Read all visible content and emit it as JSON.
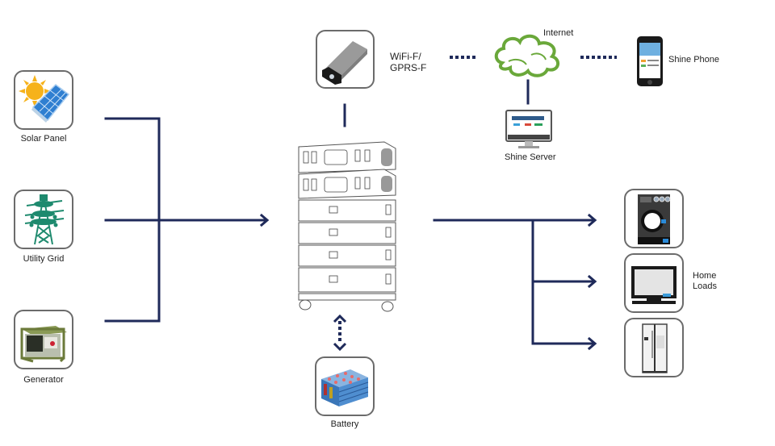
{
  "diagram": {
    "title": "Energy storage system connection diagram",
    "colors": {
      "line": "#1f2a5a",
      "cloud": "#6aa83a",
      "grid_tower": "#1e8a6e",
      "icon_border": "#6b6b6b"
    },
    "sources": [
      {
        "id": "solar",
        "label": "Solar Panel",
        "icon": "solar-panel-icon"
      },
      {
        "id": "grid",
        "label": "Utility Grid",
        "icon": "utility-grid-icon"
      },
      {
        "id": "generator",
        "label": "Generator",
        "icon": "generator-icon"
      }
    ],
    "center": {
      "id": "inverter-stack",
      "label": "",
      "icon": "inverter-battery-stack-icon"
    },
    "battery": {
      "label": "Battery",
      "icon": "battery-icon"
    },
    "monitoring": {
      "datalogger": {
        "label_line1": "WiFi-F/",
        "label_line2": "GPRS-F",
        "icon": "datalogger-dongle-icon"
      },
      "internet": {
        "label": "Internet",
        "icon": "cloud-icon"
      },
      "server": {
        "label": "Shine Server",
        "icon": "monitor-icon"
      },
      "phone": {
        "label": "Shine Phone",
        "icon": "smartphone-icon"
      }
    },
    "loads": {
      "label_line1": "Home",
      "label_line2": "Loads",
      "items": [
        {
          "id": "washer",
          "icon": "washing-machine-icon"
        },
        {
          "id": "tv",
          "icon": "television-icon"
        },
        {
          "id": "fridge",
          "icon": "refrigerator-icon"
        }
      ]
    },
    "connections": [
      {
        "from": "solar",
        "to": "inverter-stack",
        "style": "solid",
        "direction": "forward"
      },
      {
        "from": "grid",
        "to": "inverter-stack",
        "style": "solid",
        "direction": "forward"
      },
      {
        "from": "generator",
        "to": "inverter-stack",
        "style": "solid",
        "direction": "forward"
      },
      {
        "from": "inverter-stack",
        "to": "datalogger",
        "style": "solid",
        "direction": "none"
      },
      {
        "from": "datalogger",
        "to": "internet",
        "style": "dotted",
        "direction": "none"
      },
      {
        "from": "internet",
        "to": "phone",
        "style": "dotted",
        "direction": "none"
      },
      {
        "from": "internet",
        "to": "server",
        "style": "solid",
        "direction": "none"
      },
      {
        "from": "inverter-stack",
        "to": "battery",
        "style": "dotted",
        "direction": "bidirectional"
      },
      {
        "from": "inverter-stack",
        "to": "washer",
        "style": "solid",
        "direction": "forward"
      },
      {
        "from": "inverter-stack",
        "to": "tv",
        "style": "solid",
        "direction": "forward"
      },
      {
        "from": "inverter-stack",
        "to": "fridge",
        "style": "solid",
        "direction": "forward"
      }
    ]
  }
}
